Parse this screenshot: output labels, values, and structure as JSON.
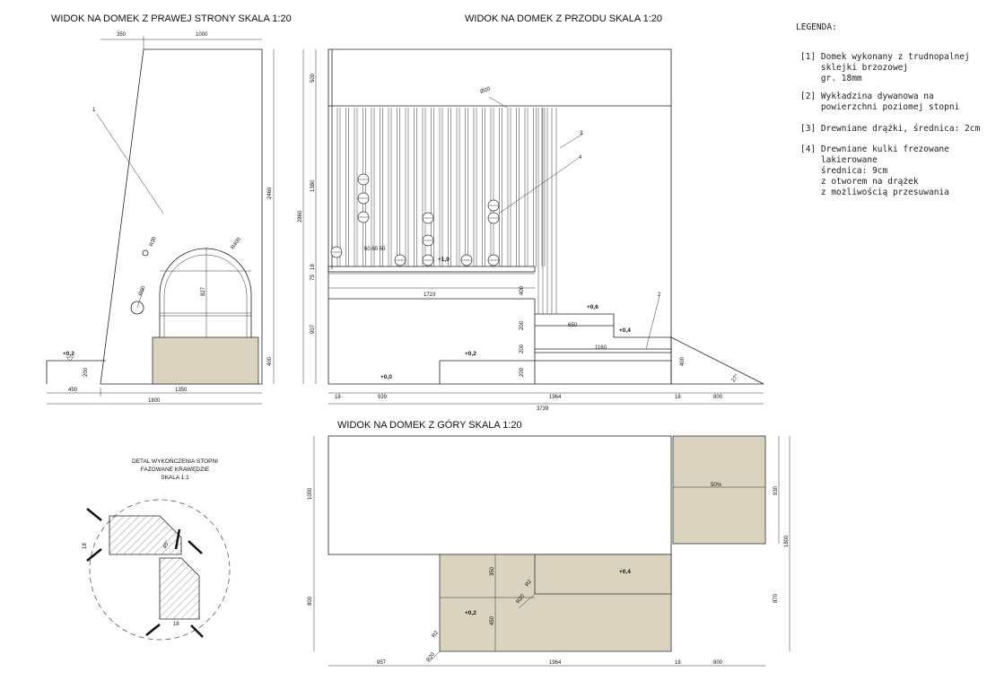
{
  "titles": {
    "side": "WIDOK NA DOMEK Z PRAWEJ STRONY SKALA 1:20",
    "front": "WIDOK NA DOMEK Z PRZODU SKALA 1:20",
    "top": "WIDOK NA DOMEK Z GÓRY SKALA 1:20",
    "detail": [
      "DETAL WYKOŃCZENIA STOPNI",
      "FAZOWANE KRAWĘDZIE",
      "SKALA 1:1"
    ]
  },
  "legend": {
    "heading": "LEGENDA:",
    "items": [
      [
        "[1] Domek wykonany z trudnopalnej",
        "    sklejki brzozowej",
        "    gr. 18mm"
      ],
      [
        "[2] Wykładzina dywanowa na",
        "    powierzchni poziomej stopni"
      ],
      [
        "[3] Drewniane drążki, średnica: 2cm"
      ],
      [
        "[4] Drewniane kulki frezowane",
        "    lakierowane",
        "    średnica: 9cm",
        "    z otworem na drążek",
        "    z możliwością przesuwania"
      ]
    ]
  },
  "side_view": {
    "dims": {
      "top_350": "350",
      "top_1000": "1000",
      "h_2460": "2460",
      "h_827": "827",
      "h_400": "400",
      "h_200": "200",
      "b_450": "450",
      "b_1350": "1350",
      "b_1800": "1800",
      "r400": "R400",
      "r30": "R30",
      "r60": "R60"
    },
    "level": "+0,2",
    "callout": "1"
  },
  "front_view": {
    "dims": {
      "v_500": "500",
      "v_1380": "1380",
      "v_2860": "2860",
      "v_75": "75",
      "v_18": "18",
      "v_907": "907",
      "d_1723": "1723",
      "d_400": "400",
      "d_650": "650",
      "d_1160": "1160",
      "s_200a": "200",
      "s_200b": "200",
      "s_200c": "200",
      "r_400": "400",
      "angle": "27°",
      "rod": "Ø20",
      "spacing": "60 60 60",
      "b_18a": "18",
      "b_939": "939",
      "b_1964": "1964",
      "b_18b": "18",
      "b_800": "800",
      "b_3739": "3739"
    },
    "levels": {
      "l10": "+1,0",
      "l06": "+0,6",
      "l04": "+0,4",
      "l02": "+0,2",
      "l00": "+0,0"
    },
    "callouts": {
      "c2": "2",
      "c3": "3",
      "c4": "4"
    }
  },
  "top_view": {
    "dims": {
      "v_1000": "1000",
      "v_800": "800",
      "v_350": "350",
      "v_450": "450",
      "v_930": "930",
      "v_1800": "1800",
      "v_870": "870",
      "r20a": "R20",
      "r2a": "R2",
      "r20b": "R20",
      "r2b": "R2",
      "b_957": "957",
      "b_1964": "1964",
      "b_18": "18",
      "b_800": "800"
    },
    "slope": "50%",
    "levels": {
      "l04": "+0,4",
      "l02": "+0,2"
    }
  },
  "detail": {
    "d18a": "18",
    "d18b": "18",
    "angle": "45°"
  }
}
